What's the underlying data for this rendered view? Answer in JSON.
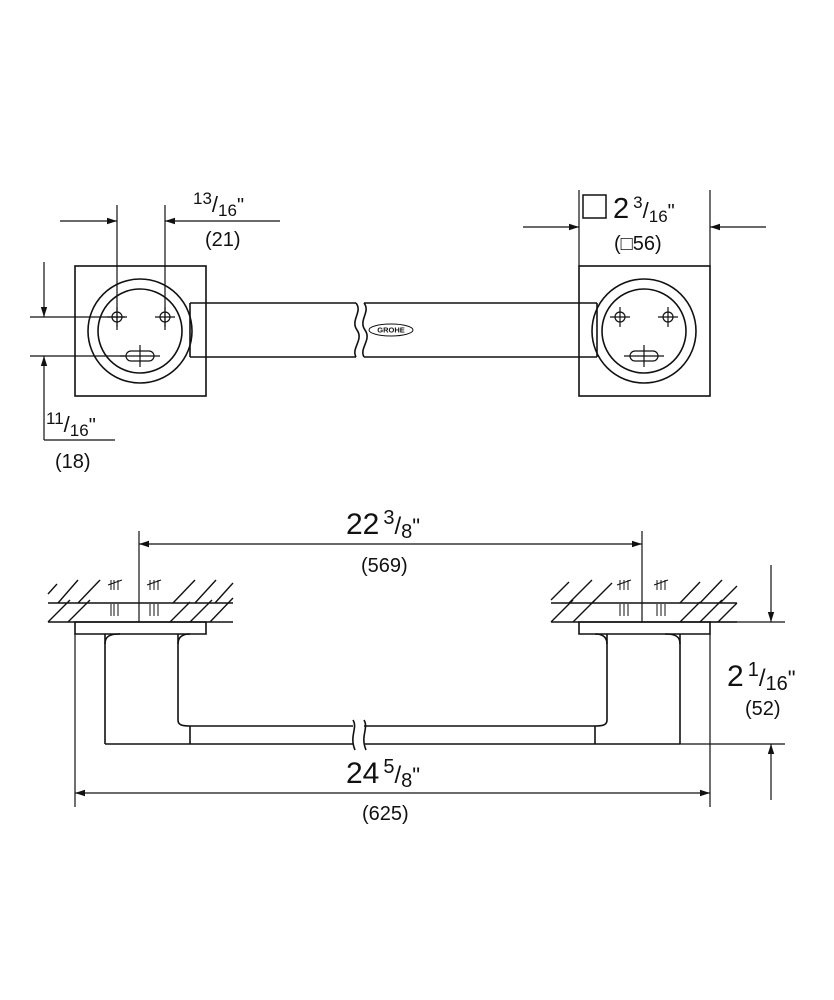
{
  "brand": {
    "logo_text": "GROHE"
  },
  "top_view": {
    "hole_spacing": {
      "whole": "",
      "num": "13",
      "den": "16",
      "unit": "\"",
      "metric": "(21)"
    },
    "base_size": {
      "square_symbol": "□",
      "whole": "2",
      "num": "3",
      "den": "16",
      "unit": "\"",
      "metric": "(□56)"
    },
    "hole_offset": {
      "whole": "",
      "num": "11",
      "den": "16",
      "unit": "\"",
      "metric": "(18)"
    }
  },
  "side_view": {
    "centers": {
      "whole": "22",
      "num": "3",
      "den": "8",
      "unit": "\"",
      "metric": "(569)"
    },
    "projection": {
      "whole": "2",
      "num": "1",
      "den": "16",
      "unit": "\"",
      "metric": "(52)"
    },
    "overall": {
      "whole": "24",
      "num": "5",
      "den": "8",
      "unit": "\"",
      "metric": "(625)"
    }
  },
  "colors": {
    "line": "#111111",
    "background": "#ffffff"
  }
}
